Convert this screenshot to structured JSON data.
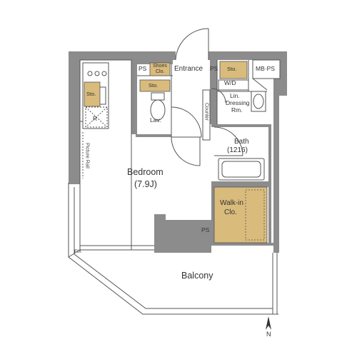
{
  "floorplan": {
    "rooms": {
      "bedroom": "Bedroom",
      "bedroom_size": "(7.9J)",
      "entrance": "Entrance",
      "bath": "Bath",
      "bath_size": "(1216)",
      "walkin_1": "Walk-in",
      "walkin_2": "Clo.",
      "balcony": "Balcony",
      "lin_1": "Lin.",
      "lin_2": "Dressing",
      "lin_3": "Rm.",
      "lav": "Lav.",
      "ps_top": "PS",
      "ps_bottom": "PS",
      "ps_entrance": "PS",
      "mb_ps": "MB·PS",
      "shoes_1": "Shoes",
      "shoes_2": "Clo.",
      "sto_kitchen": "Sto.",
      "sto_toilet": "Sto.",
      "sto_dressing": "Sto.",
      "wd": "W/D",
      "refrigerator": "R",
      "counter": "Counter",
      "picture_rail": "Picture Rail",
      "fix": "FIX"
    },
    "compass": "N",
    "colors": {
      "wall": "#8c8c8c",
      "storage": "#d9bb7c",
      "floor": "#ffffff",
      "line": "#555555"
    }
  }
}
